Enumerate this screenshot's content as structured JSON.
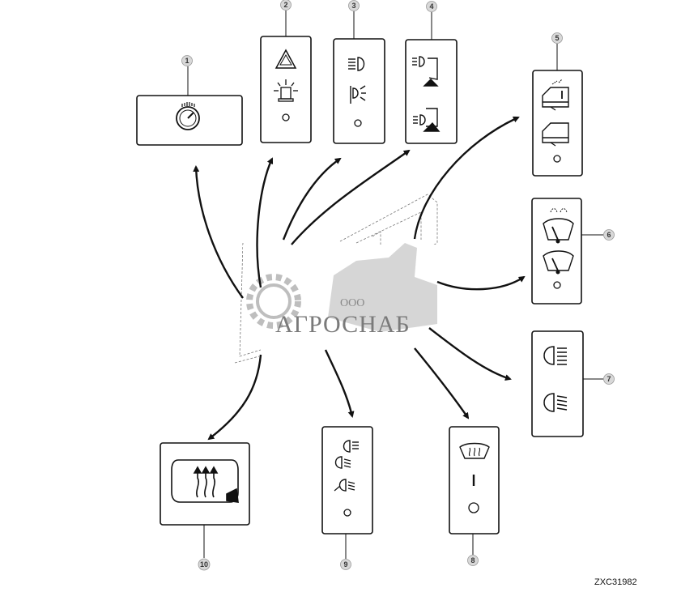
{
  "drawing_code": "ZXC31982",
  "watermark": {
    "line1": "ООО",
    "line2": "АГРОСНАБ"
  },
  "callouts": [
    "1",
    "2",
    "3",
    "4",
    "5",
    "6",
    "7",
    "8",
    "9",
    "10"
  ],
  "colors": {
    "ink": "#111111",
    "watermark": "#8a8a8a",
    "callout_circle": "#d8d8d8"
  },
  "panels": [
    {
      "id": 1,
      "icons": [
        "tachometer-icon"
      ]
    },
    {
      "id": 2,
      "icons": [
        "hazard-triangle-icon",
        "beacon-light-icon",
        "indicator-lamp-icon"
      ]
    },
    {
      "id": 3,
      "icons": [
        "headlight-icon",
        "work-light-icon",
        "indicator-lamp-icon"
      ]
    },
    {
      "id": 4,
      "icons": [
        "cab-roof-light-icon",
        "cab-floor-light-icon"
      ]
    },
    {
      "id": 5,
      "icons": [
        "cab-door-light-icon",
        "cab-door-icon",
        "indicator-lamp-icon"
      ]
    },
    {
      "id": 6,
      "icons": [
        "washer-wiper-icon",
        "wiper-icon",
        "indicator-lamp-icon"
      ]
    },
    {
      "id": 7,
      "icons": [
        "high-beam-icon",
        "low-beam-icon"
      ]
    },
    {
      "id": 8,
      "icons": [
        "windshield-defrost-icon",
        "switch-on-icon",
        "indicator-lamp-icon"
      ]
    },
    {
      "id": 9,
      "icons": [
        "field-lights-icon",
        "road-lights-icon",
        "indicator-lamp-icon"
      ]
    },
    {
      "id": 10,
      "icons": [
        "rear-window-heat-icon"
      ]
    }
  ]
}
